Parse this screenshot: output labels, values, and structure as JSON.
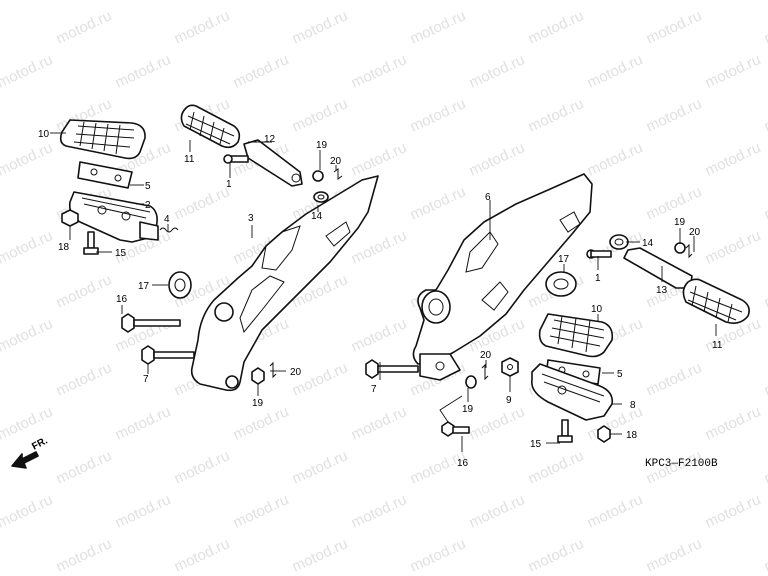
{
  "watermark": "motod.ru",
  "diagram_code": "KPC3—F2100B",
  "direction_label": "FR.",
  "colors": {
    "line": "#111111",
    "background": "#ffffff",
    "watermark": "#c8c8c8"
  },
  "callouts": [
    "10",
    "11",
    "12",
    "19",
    "20",
    "5",
    "1",
    "2",
    "4",
    "14",
    "3",
    "18",
    "15",
    "17",
    "16",
    "7",
    "20",
    "19",
    "6",
    "19",
    "20",
    "14",
    "1",
    "13",
    "17",
    "10",
    "11",
    "20",
    "5",
    "7",
    "19",
    "9",
    "8",
    "18",
    "15",
    "16"
  ]
}
